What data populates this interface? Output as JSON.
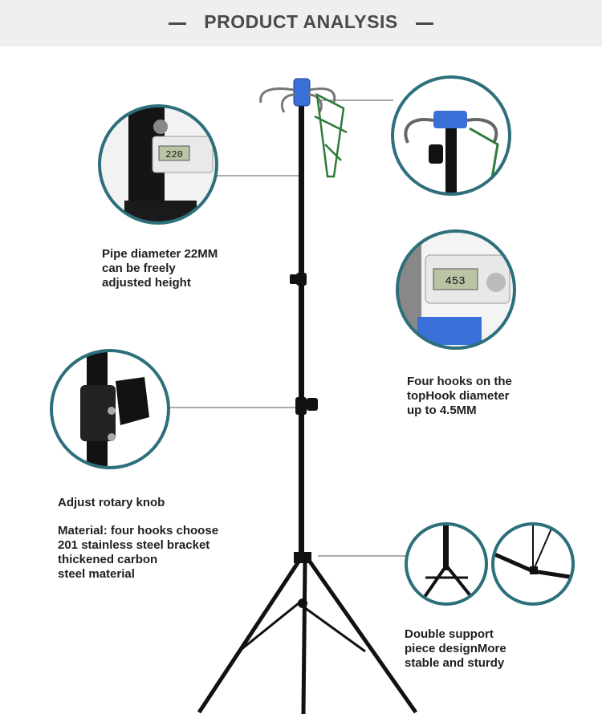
{
  "header": {
    "title": "PRODUCT ANALYSIS"
  },
  "colors": {
    "accent_ring": "#2d6f7a",
    "header_bg": "#efefef",
    "text": "#1f1f1f"
  },
  "callouts": {
    "pipe": {
      "lines": [
        "Pipe diameter 22MM",
        "can be freely",
        "adjusted height"
      ]
    },
    "hooks": {
      "lines": [
        "Four hooks on the",
        "topHook diameter",
        "up to 4.5MM"
      ]
    },
    "knob": {
      "label": "Adjust rotary knob"
    },
    "material": {
      "lines": [
        "Material: four hooks choose",
        "201 stainless steel bracket",
        "thickened carbon",
        "steel material"
      ]
    },
    "support": {
      "lines": [
        "Double support",
        "piece designMore",
        "stable and sturdy"
      ]
    }
  },
  "caliper_readouts": {
    "pipe": "220",
    "hook": "453"
  }
}
